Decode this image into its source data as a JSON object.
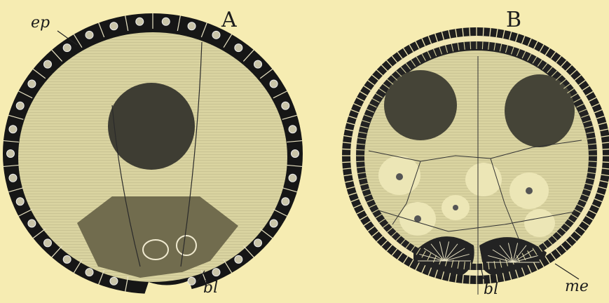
{
  "figure": {
    "panel_a": {
      "letter": "A",
      "labels": {
        "ep": "ep",
        "bl": "bl"
      }
    },
    "panel_b": {
      "letter": "B",
      "labels": {
        "bl": "bl",
        "me": "me"
      }
    }
  },
  "colors": {
    "background": "#f6ecb2",
    "ink": "#1a1a1a",
    "interior": "#dcd7a6",
    "nucleus": "#4a4a3a",
    "yolk": "#7e7a58",
    "pale_cell": "#ece6b6"
  }
}
